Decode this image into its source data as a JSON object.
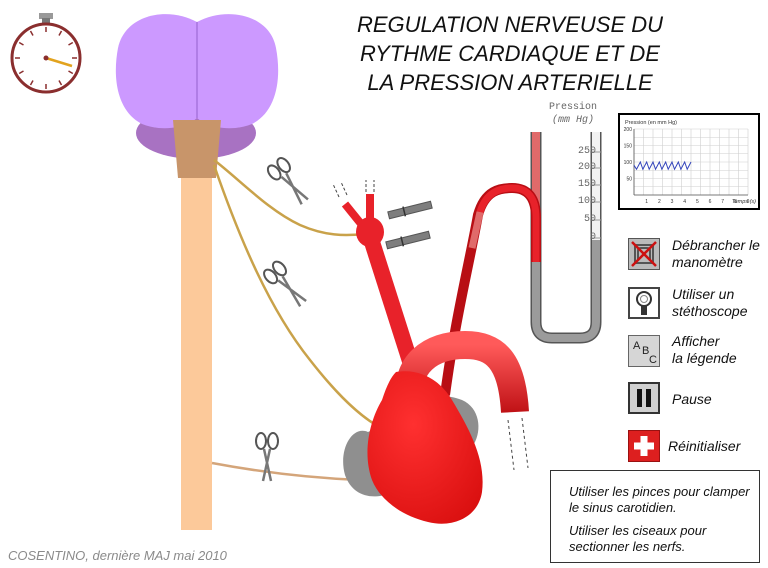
{
  "title_lines": [
    "REGULATION NERVEUSE DU",
    "RYTHME CARDIAQUE ET DE",
    "LA PRESSION ARTERIELLE"
  ],
  "credit": "COSENTINO, dernière MAJ mai 2010",
  "manometer": {
    "label_lines": [
      "Pression",
      "(mm Hg)"
    ],
    "ticks": [
      "250",
      "200",
      "150",
      "100",
      "50",
      "0"
    ]
  },
  "mini_chart": {
    "type": "line",
    "ylabel": "Pression (en mm Hg)",
    "xlabel": "Temps (s)",
    "y_ticks": [
      "200",
      "150",
      "100",
      "50"
    ],
    "x_ticks": [
      "1",
      "2",
      "3",
      "4",
      "5",
      "6",
      "7",
      "8",
      "9"
    ],
    "ylim": [
      0,
      200
    ],
    "xlim": [
      0,
      9
    ],
    "series": [
      {
        "x": [
          0,
          0.2,
          0.5,
          0.7,
          1.0,
          1.2,
          1.5,
          1.7,
          2.0,
          2.2,
          2.5,
          2.7,
          3.0,
          3.2,
          3.5,
          3.7,
          4.0,
          4.2,
          4.5
        ],
        "y": [
          90,
          78,
          100,
          78,
          100,
          78,
          100,
          78,
          100,
          78,
          100,
          78,
          100,
          78,
          100,
          78,
          100,
          78,
          100
        ]
      }
    ],
    "color": "#3344bb"
  },
  "buttons": [
    {
      "id": "unplug",
      "icon": "unplug-manometer-icon",
      "label_lines": [
        "Débrancher le",
        "manomètre"
      ]
    },
    {
      "id": "stethoscope",
      "icon": "stethoscope-icon",
      "label_lines": [
        "Utiliser un",
        "stéthoscope"
      ]
    },
    {
      "id": "legend",
      "icon": "abc-legend-icon",
      "label_lines": [
        "Afficher",
        "la légende"
      ],
      "icon_text": [
        "A",
        "B",
        "C"
      ]
    },
    {
      "id": "pause",
      "icon": "pause-icon",
      "label_lines": [
        "Pause"
      ]
    },
    {
      "id": "reset",
      "icon": "reset-cross-icon",
      "label_lines": [
        "Réinitialiser"
      ]
    }
  ],
  "instructions": [
    "Utiliser les pinces pour clamper le sinus carotidien.",
    "Utiliser les ciseaux pour sectionner les nerfs."
  ],
  "colors": {
    "brain": "#cc99ff",
    "cerebellum": "#a872c2",
    "brainstem": "#c8956a",
    "spinal_cord": "#fcc99a",
    "artery": "#e8222a",
    "artery_dark": "#b80e14",
    "heart": "#ee1a1a",
    "atrium": "#8f8f8f",
    "nerve": "#c9a24a",
    "nerve2": "#d4a57a",
    "reset_red": "#dd1f1f"
  }
}
